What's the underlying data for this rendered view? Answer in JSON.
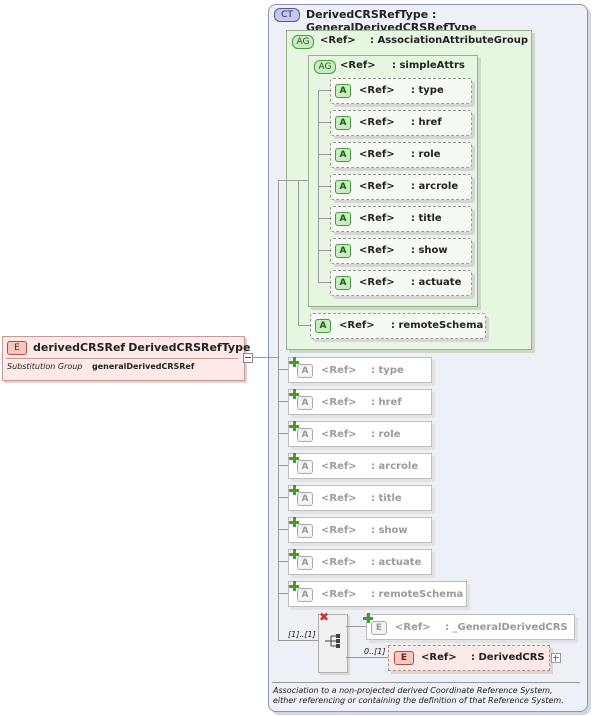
{
  "root_element": {
    "badge": "E",
    "name": "derivedCRSRef",
    "type": ": DerivedCRSRefType",
    "subst_label": "Substitution Group",
    "subst_value": "generalDerivedCRSRef"
  },
  "complex_type": {
    "badge": "CT",
    "title": "DerivedCRSRefType : GeneralDerivedCRSRefType",
    "description_line1": "Association to a non-projected derived Coordinate Reference System,",
    "description_line2": "either referencing or containing the definition of that Reference System."
  },
  "association_group": {
    "badge": "AG",
    "ref": "<Ref>",
    "name": ": AssociationAttributeGroup"
  },
  "simple_attrs": {
    "badge": "AG",
    "ref": "<Ref>",
    "name": ": simpleAttrs"
  },
  "attributes": [
    {
      "badge": "A",
      "ref": "<Ref>",
      "name": ": type"
    },
    {
      "badge": "A",
      "ref": "<Ref>",
      "name": ": href"
    },
    {
      "badge": "A",
      "ref": "<Ref>",
      "name": ": role"
    },
    {
      "badge": "A",
      "ref": "<Ref>",
      "name": ": arcrole"
    },
    {
      "badge": "A",
      "ref": "<Ref>",
      "name": ": title"
    },
    {
      "badge": "A",
      "ref": "<Ref>",
      "name": ": show"
    },
    {
      "badge": "A",
      "ref": "<Ref>",
      "name": ": actuate"
    }
  ],
  "remote_schema": {
    "badge": "A",
    "ref": "<Ref>",
    "name": ": remoteSchema"
  },
  "inherited_attributes": [
    {
      "badge": "A",
      "ref": "<Ref>",
      "name": ": type"
    },
    {
      "badge": "A",
      "ref": "<Ref>",
      "name": ": href"
    },
    {
      "badge": "A",
      "ref": "<Ref>",
      "name": ": role"
    },
    {
      "badge": "A",
      "ref": "<Ref>",
      "name": ": arcrole"
    },
    {
      "badge": "A",
      "ref": "<Ref>",
      "name": ": title"
    },
    {
      "badge": "A",
      "ref": "<Ref>",
      "name": ": show"
    },
    {
      "badge": "A",
      "ref": "<Ref>",
      "name": ": actuate"
    },
    {
      "badge": "A",
      "ref": "<Ref>",
      "name": ": remoteSchema"
    }
  ],
  "choice": {
    "multiplicity": "[1]..[1]",
    "general_element": {
      "badge": "E",
      "ref": "<Ref>",
      "name": ": _GeneralDerivedCRS"
    },
    "derived_multiplicity": "0..[1]",
    "derived_element": {
      "badge": "E",
      "ref": "<Ref>",
      "name": ": DerivedCRS"
    }
  },
  "colors": {
    "ct_fill": "#eef0f8",
    "group_fill": "#e6f6e1",
    "element_fill": "#fde9e7"
  }
}
